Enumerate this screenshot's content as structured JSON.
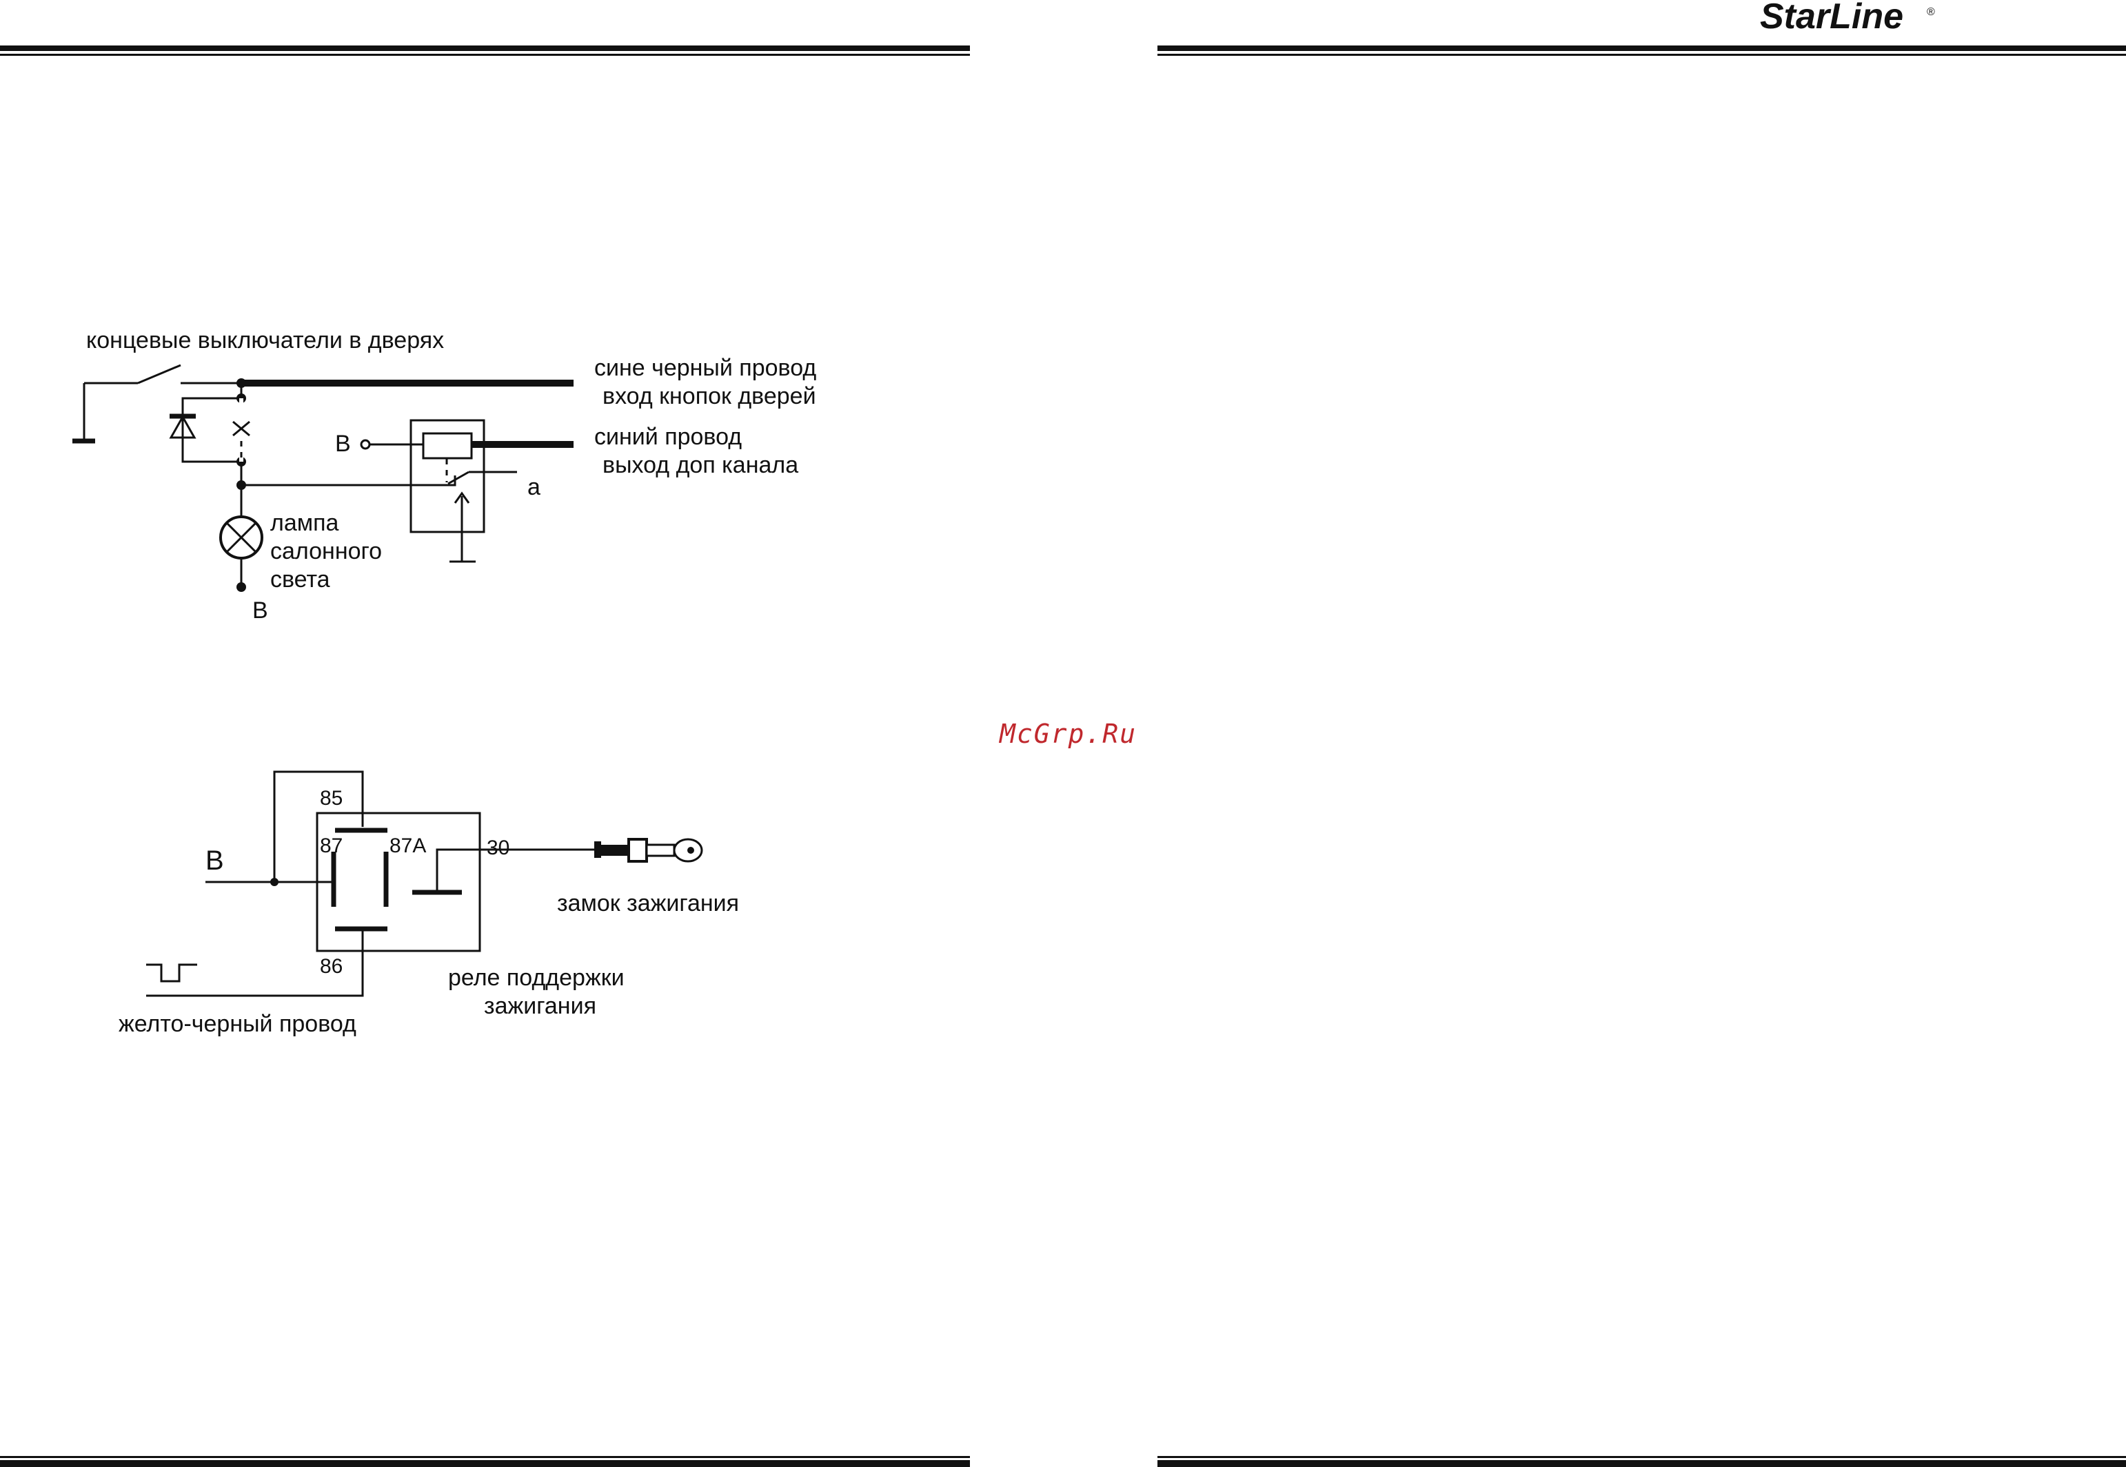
{
  "brand": {
    "name": "StarLine",
    "mark": "®"
  },
  "watermark": {
    "text": "McGrp.Ru",
    "color": "#c0282d"
  },
  "diagram1": {
    "door_switches": "концевые выключатели в дверях",
    "wire_blue_black_line1": "сине черный провод",
    "wire_blue_black_line2": "вход кнопок дверей",
    "supply_b1": "B",
    "wire_blue_line1": "синий провод",
    "wire_blue_line2": "выход доп  канала",
    "contact_a": "a",
    "lamp_line1": "лампа",
    "lamp_line2": "салонного",
    "lamp_line3": "света",
    "supply_b2": "B"
  },
  "diagram2": {
    "supply_b": "B",
    "pin_85": "85",
    "pin_87": "87",
    "pin_87a": "87A",
    "pin_30": "30",
    "pin_86": "86",
    "ignition_lock": "замок зажигания",
    "relay_line1": "реле поддержки",
    "relay_line2": "зажигания",
    "wire_yellow_black": "желто-черный провод"
  }
}
